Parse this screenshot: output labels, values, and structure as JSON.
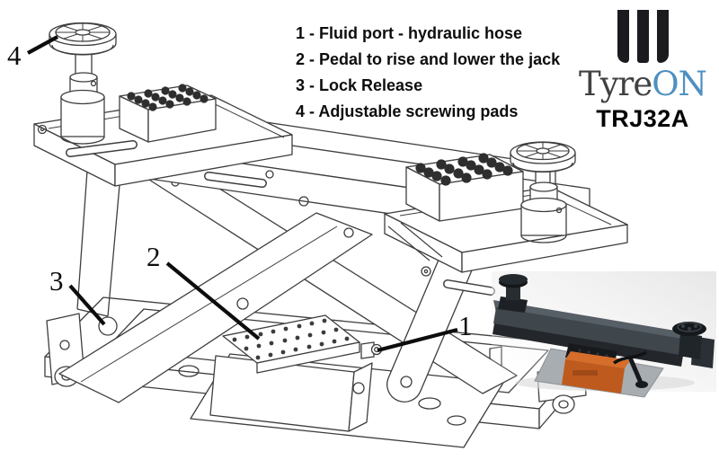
{
  "legend": {
    "lines": [
      "1 - Fluid port - hydraulic hose",
      "2 - Pedal to rise and lower the jack",
      "3 - Lock Release",
      "4 - Adjustable screwing pads"
    ]
  },
  "brand": {
    "name_part1": "Tyre",
    "name_part2": "ON",
    "model": "TRJ32A",
    "colors": {
      "logo_bars": "#1b1b1f",
      "name_part1": "#414144",
      "name_part2": "#4f90c0",
      "model": "#050505"
    }
  },
  "diagram": {
    "callouts": [
      {
        "num": "1",
        "points_to": "fluid-port"
      },
      {
        "num": "2",
        "points_to": "foot-pedal"
      },
      {
        "num": "3",
        "points_to": "lock-release"
      },
      {
        "num": "4",
        "points_to": "adjustable-screwing-pad"
      }
    ],
    "line_color": "#3e3e3e",
    "leader_color": "#0d0d0d"
  },
  "photo": {
    "subject": "jack-product-photo",
    "colors": {
      "body": "#3f464c",
      "pump_orange": "#bf5a1e"
    }
  }
}
